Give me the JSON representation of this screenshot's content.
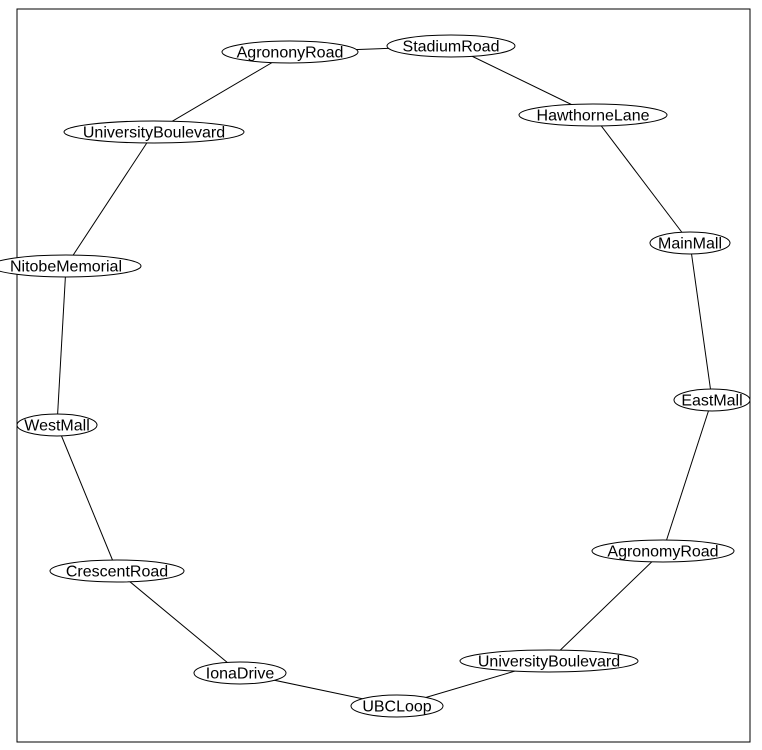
{
  "graph": {
    "nodes": [
      {
        "id": "n1",
        "label": "AgrononyRoad"
      },
      {
        "id": "n2",
        "label": "StadiumRoad"
      },
      {
        "id": "n3",
        "label": "HawthorneLane"
      },
      {
        "id": "n4",
        "label": "MainMall"
      },
      {
        "id": "n5",
        "label": "EastMall"
      },
      {
        "id": "n6",
        "label": "AgronomyRoad"
      },
      {
        "id": "n7",
        "label": "UniversityBoulevard"
      },
      {
        "id": "n8",
        "label": "UBCLoop"
      },
      {
        "id": "n9",
        "label": "IonaDrive"
      },
      {
        "id": "n10",
        "label": "CrescentRoad"
      },
      {
        "id": "n11",
        "label": "WestMall"
      },
      {
        "id": "n12",
        "label": "NitobeMemorial"
      },
      {
        "id": "n13",
        "label": "UniversityBoulevard"
      }
    ],
    "edges": [
      {
        "from": "n1",
        "to": "n2"
      },
      {
        "from": "n2",
        "to": "n3"
      },
      {
        "from": "n3",
        "to": "n4"
      },
      {
        "from": "n4",
        "to": "n5"
      },
      {
        "from": "n5",
        "to": "n6"
      },
      {
        "from": "n6",
        "to": "n7"
      },
      {
        "from": "n7",
        "to": "n8"
      },
      {
        "from": "n8",
        "to": "n9"
      },
      {
        "from": "n9",
        "to": "n10"
      },
      {
        "from": "n10",
        "to": "n11"
      },
      {
        "from": "n11",
        "to": "n12"
      },
      {
        "from": "n12",
        "to": "n13"
      },
      {
        "from": "n13",
        "to": "n1"
      }
    ]
  }
}
